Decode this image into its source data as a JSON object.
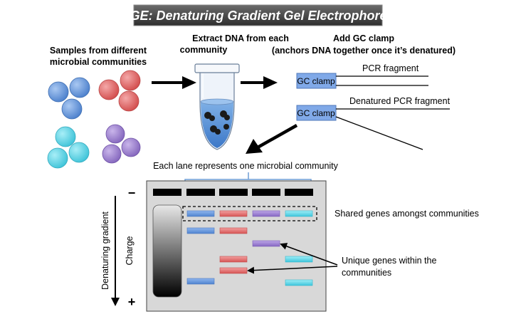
{
  "title": "DGGE: Denaturing Gradient Gel Electrophoresis",
  "step1": {
    "line1": "Samples from different",
    "line2": "microbial communities"
  },
  "step2": {
    "line1": "Extract DNA from each",
    "line2": "community"
  },
  "step3": {
    "line1": "Add GC clamp",
    "line2": "(anchors DNA together once it’s denatured)"
  },
  "fragments": {
    "clamp_label": "GC clamp",
    "pcr_fragment": "PCR fragment",
    "denatured_fragment": "Denatured PCR fragment"
  },
  "gel": {
    "lanes_caption": "Each lane represents one microbial community",
    "gradient_label": "Denaturing gradient",
    "charge_label": "Charge",
    "minus_sign": "−",
    "plus_sign": "+",
    "shared_label": "Shared genes amongst communities",
    "unique_line1": "Unique genes within the",
    "unique_line2": "communities"
  },
  "colors": {
    "blue": "#6a9fe0",
    "red": "#e46f6f",
    "purple": "#9f7fd0",
    "cyan": "#5fd6e8",
    "clamp_fill": "#7fa8e8",
    "gel_bg": "#d9d9d9"
  }
}
